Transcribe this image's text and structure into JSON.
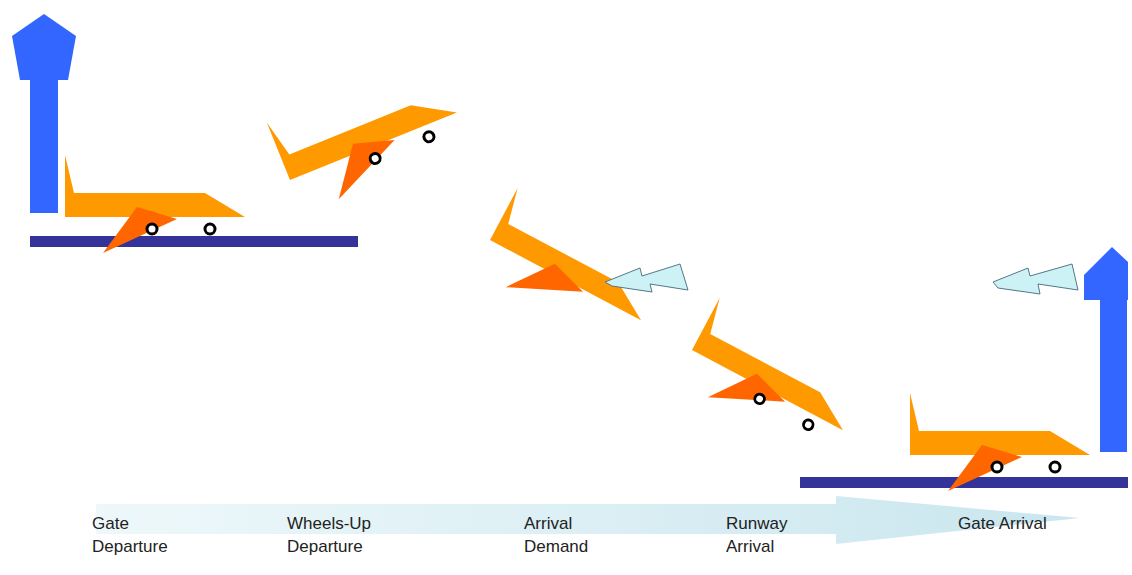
{
  "diagram": {
    "nodes": [
      {
        "text": [
          "Gate Departure",
          "Wheels-Up Departure",
          "Arrival Demand",
          "Runway Arrival",
          "Gate Arrival"
        ]
      }
    ]
  }
}
